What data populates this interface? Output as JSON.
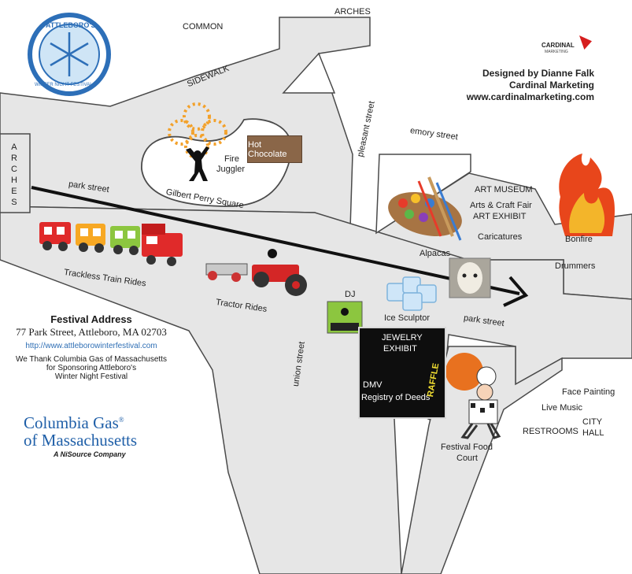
{
  "festival_logo": {
    "title": "ATTLEBORO'S",
    "subtitle": "WINTER NIGHT FESTIVAL"
  },
  "cardinal_logo": {
    "name": "CARDINAL",
    "sub": "MARKETING"
  },
  "credits": {
    "line1": "Designed by Dianne Falk",
    "line2": "Cardinal Marketing",
    "line3": "www.cardinalmarketing.com"
  },
  "streets": {
    "common": "COMMON",
    "arches_top": "ARCHES",
    "sidewalk": "SIDEWALK",
    "arches_left": "ARCHES",
    "pleasant": "pleasant street",
    "emory": "emory street",
    "park_left": "park street",
    "park_right": "park street",
    "union": "union street",
    "gilbert": "Gilbert Perry Square"
  },
  "attractions": {
    "hot_chocolate": "Hot Chocolate",
    "fire_juggler_1": "Fire",
    "fire_juggler_2": "Juggler",
    "art_museum": "ART MUSEUM",
    "arts_craft": "Arts & Craft Fair",
    "art_exhibit": "ART EXHIBIT",
    "caricatures": "Caricatures",
    "bonfire": "Bonfire",
    "alpacas": "Alpacas",
    "drummers": "Drummers",
    "trackless_train": "Trackless Train Rides",
    "tractor": "Tractor Rides",
    "dj": "DJ",
    "ice_sculptor": "Ice Sculptor",
    "jewelry_1": "JEWELRY",
    "jewelry_2": "EXHIBIT",
    "dmv": "DMV",
    "registry": "Registry of Deeds",
    "raffle": "RAFFLE",
    "food_court_1": "Festival Food",
    "food_court_2": "Court",
    "face_painting": "Face Painting",
    "live_music": "Live Music",
    "restrooms": "RESTROOMS",
    "city_1": "CITY",
    "city_2": "HALL"
  },
  "address": {
    "heading": "Festival Address",
    "street": "77 Park Street, Attleboro, MA 02703",
    "url": "http://www.attleborowinterfestival.com",
    "thanks1": "We Thank Columbia Gas of Massachusetts",
    "thanks2": "for Sponsoring Attleboro's",
    "thanks3": "Winter Night Festival"
  },
  "sponsor": {
    "line1": "Columbia Gas",
    "reg": "®",
    "line2": "of Massachusetts",
    "tag": "A NiSource Company"
  },
  "colors": {
    "road": "#e6e6e6",
    "road_border": "#4a4a4a",
    "link": "#2f6fb5",
    "sponsor_blue": "#1f5fa8",
    "fire": "#e8461b",
    "flame_yellow": "#f3b52a"
  }
}
